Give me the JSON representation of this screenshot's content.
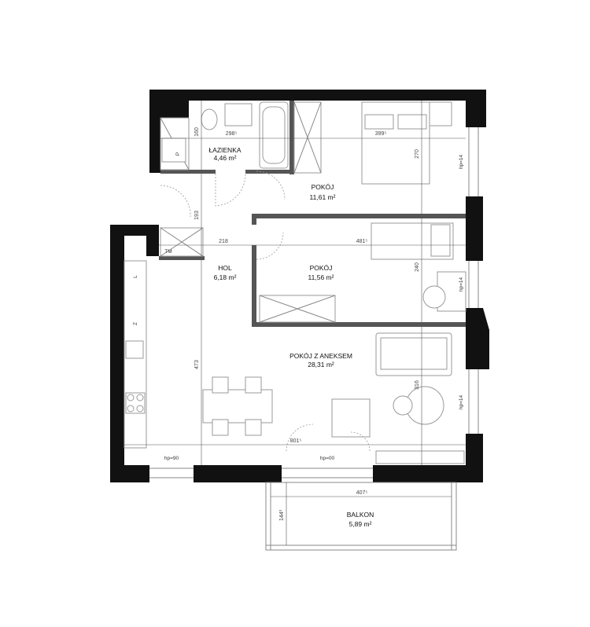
{
  "rooms": {
    "lazienka": {
      "name": "ŁAZIENKA",
      "area": "4,46 m²"
    },
    "pokoj1": {
      "name": "POKÓJ",
      "area": "11,61 m²"
    },
    "hol": {
      "name": "HOL",
      "area": "6,18 m²"
    },
    "pokoj2": {
      "name": "POKÓJ",
      "area": "11,56 m²"
    },
    "pokoj_aneks": {
      "name": "POKÓJ Z ANEKSEM",
      "area": "28,31 m²"
    },
    "balkon": {
      "name": "BALKON",
      "area": "5,89 m²"
    }
  },
  "dimensions": {
    "d_160": "160",
    "d_298": "298⁵",
    "d_399": "399⁵",
    "d_270": "270",
    "d_193": "193",
    "d_218": "218",
    "d_481": "481⁵",
    "d_240": "240",
    "d_473": "473",
    "d_316": "316",
    "d_801": "801⁵",
    "d_407": "407⁵",
    "d_144": "144³"
  },
  "annotations": {
    "hp14_a": "hp=14",
    "hp14_b": "hp=14",
    "hp14_c": "hp=14",
    "hp90": "hp=90",
    "hp00": "hp=00",
    "tm": "TM",
    "p": "P",
    "l": "L",
    "z": "Z"
  }
}
